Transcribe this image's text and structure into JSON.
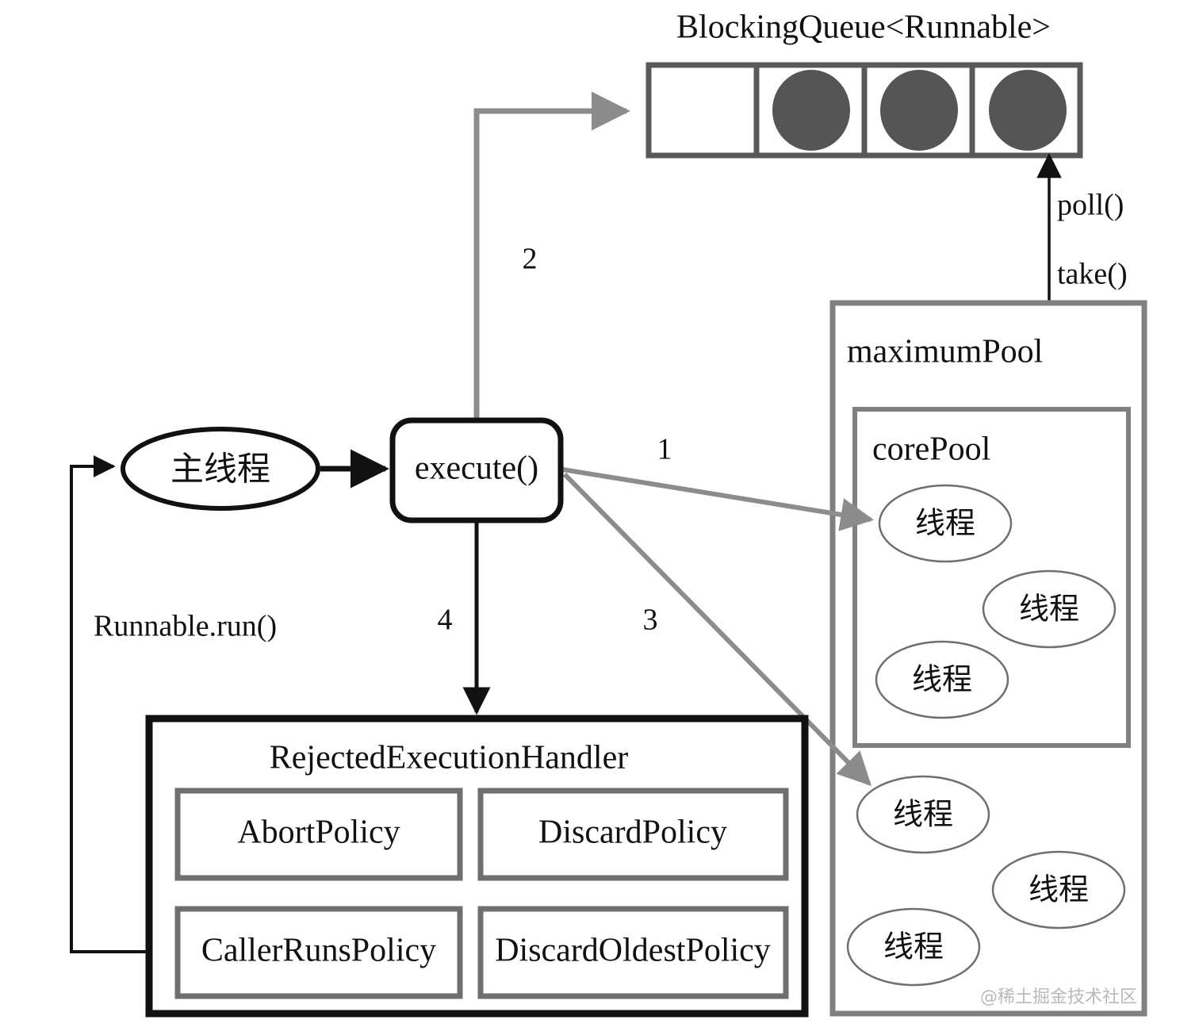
{
  "diagram": {
    "title_queue": "BlockingQueue<Runnable>",
    "nodes": {
      "main_thread": "主线程",
      "execute": "execute()",
      "maximum_pool": "maximumPool",
      "core_pool": "corePool",
      "rejected_handler": "RejectedExecutionHandler"
    },
    "queue": {
      "label": "BlockingQueue<Runnable>",
      "cells": [
        {
          "filled": false
        },
        {
          "filled": true
        },
        {
          "filled": true
        },
        {
          "filled": true
        }
      ],
      "cell_fill_color": "#555555",
      "border_color": "#595959"
    },
    "edges": {
      "step1": "1",
      "step2": "2",
      "step3": "3",
      "step4": "4",
      "poll": "poll()",
      "take": "take()",
      "runnable_run": "Runnable.run()"
    },
    "core_pool_threads": [
      {
        "label": "线程"
      },
      {
        "label": "线程"
      },
      {
        "label": "线程"
      }
    ],
    "maximum_pool_threads": [
      {
        "label": "线程"
      },
      {
        "label": "线程"
      },
      {
        "label": "线程"
      }
    ],
    "policies": [
      {
        "label": "AbortPolicy"
      },
      {
        "label": "DiscardPolicy"
      },
      {
        "label": "CallerRunsPolicy"
      },
      {
        "label": "DiscardOldestPolicy"
      }
    ],
    "watermark": "@稀土掘金技术社区",
    "colors": {
      "gray_stroke": "#8c8c8c",
      "dark_stroke": "#595959",
      "black_stroke": "#111111",
      "circle_fill": "#555555",
      "watermark": "#b9b9b9"
    }
  }
}
